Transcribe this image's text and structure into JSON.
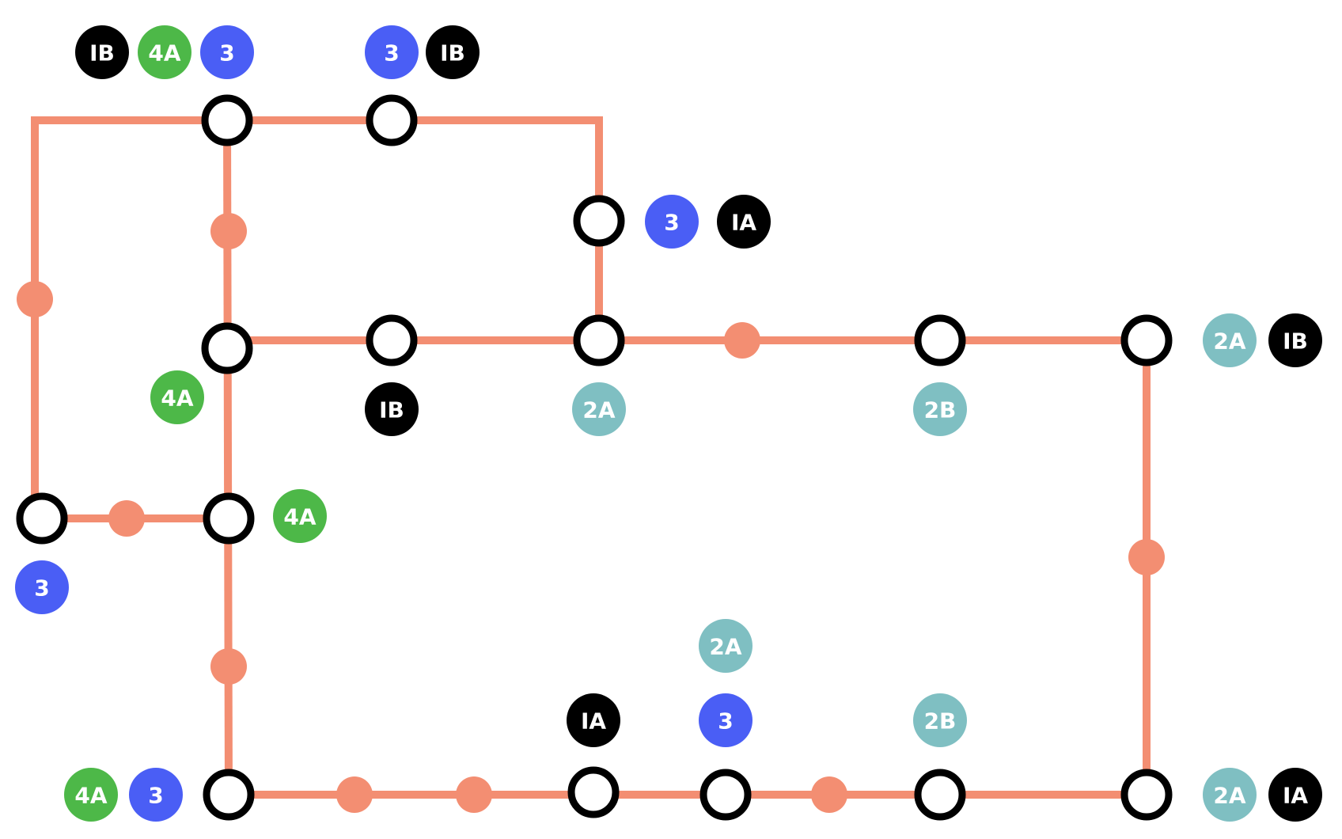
{
  "colors": {
    "route": "#F38E72",
    "station_stroke": "#000000",
    "station_fill": "#FFFFFF",
    "line_1A": "#000000",
    "line_1B": "#000000",
    "line_2A": "#7FBFC2",
    "line_2B": "#7FBFC2",
    "line_3": "#4A5EF5",
    "line_4A": "#4DB848"
  },
  "badges": [
    {
      "label": "IB",
      "line": "1B"
    },
    {
      "label": "4A",
      "line": "4A"
    },
    {
      "label": "3",
      "line": "3"
    },
    {
      "label": "3",
      "line": "3"
    },
    {
      "label": "IB",
      "line": "1B"
    },
    {
      "label": "3",
      "line": "3"
    },
    {
      "label": "IA",
      "line": "1A"
    },
    {
      "label": "2A",
      "line": "2A"
    },
    {
      "label": "IB",
      "line": "1B"
    },
    {
      "label": "4A",
      "line": "4A"
    },
    {
      "label": "IB",
      "line": "1B"
    },
    {
      "label": "2A",
      "line": "2A"
    },
    {
      "label": "2B",
      "line": "2B"
    },
    {
      "label": "4A",
      "line": "4A"
    },
    {
      "label": "3",
      "line": "3"
    },
    {
      "label": "2A",
      "line": "2A"
    },
    {
      "label": "IA",
      "line": "1A"
    },
    {
      "label": "3",
      "line": "3"
    },
    {
      "label": "2B",
      "line": "2B"
    },
    {
      "label": "4A",
      "line": "4A"
    },
    {
      "label": "3",
      "line": "3"
    },
    {
      "label": "2A",
      "line": "2A"
    },
    {
      "label": "IA",
      "line": "1A"
    }
  ]
}
